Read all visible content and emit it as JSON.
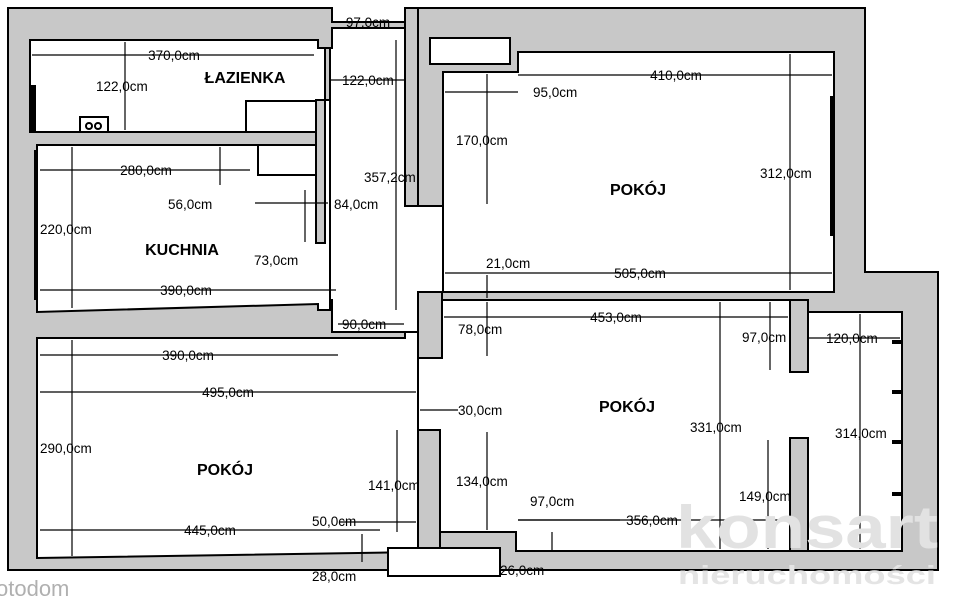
{
  "rooms": {
    "bathroom": "ŁAZIENKA",
    "kitchen": "KUCHNIA",
    "room_top_right": "POKÓJ",
    "room_middle_right": "POKÓJ",
    "room_bottom_left": "POKÓJ"
  },
  "dimensions": [
    "97,0cm",
    "370,0cm",
    "122,0cm",
    "122,0cm",
    "410,0cm",
    "95,0cm",
    "170,0cm",
    "357,2cm",
    "312,0cm",
    "280,0cm",
    "56,0cm",
    "84,0cm",
    "220,0cm",
    "73,0cm",
    "390,0cm",
    "21,0cm",
    "505,0cm",
    "90,0cm",
    "78,0cm",
    "453,0cm",
    "97,0cm",
    "120,0cm",
    "390,0cm",
    "495,0cm",
    "30,0cm",
    "331,0cm",
    "314,0cm",
    "290,0cm",
    "141,0cm",
    "134,0cm",
    "97,0cm",
    "149,0cm",
    "445,0cm",
    "50,0cm",
    "356,0cm",
    "28,0cm",
    "26,0cm"
  ],
  "watermark": {
    "brand": "konsart",
    "subtitle": "nieruchomości",
    "portal": "otodom"
  }
}
